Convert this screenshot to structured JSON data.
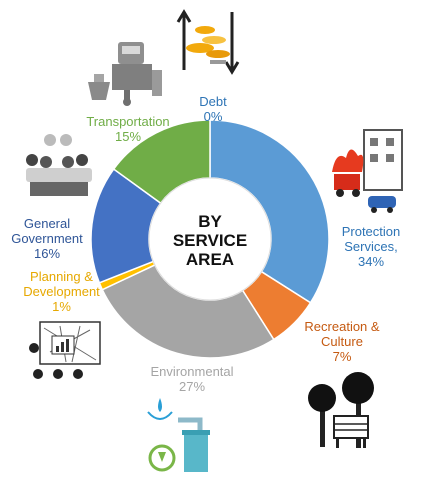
{
  "chart_data": {
    "type": "pie",
    "style": "donut",
    "title": "BY SERVICE AREA",
    "title_lines": [
      "BY",
      "SERVICE",
      "AREA"
    ],
    "slices": [
      {
        "name": "Debt",
        "value": 0,
        "label": "0%",
        "color": "#2f6fb6"
      },
      {
        "name": "Protection Services,",
        "value": 34,
        "label": "34%",
        "color": "#5b9bd5"
      },
      {
        "name": "Recreation & Culture",
        "value": 7,
        "label": "7%",
        "color": "#ed7d31"
      },
      {
        "name": "Environmental",
        "value": 27,
        "label": "27%",
        "color": "#a5a5a5"
      },
      {
        "name": "Planning & Development",
        "value": 1,
        "label": "1%",
        "color": "#ffc000"
      },
      {
        "name": "General Government",
        "value": 16,
        "label": "16%",
        "color": "#4472c4"
      },
      {
        "name": "Transportation",
        "value": 15,
        "label": "15%",
        "color": "#70ad47"
      }
    ],
    "legend": "none"
  },
  "labels": {
    "debt": [
      "Debt",
      "0%"
    ],
    "protection": [
      "Protection",
      "Services,",
      "34%"
    ],
    "recreation": [
      "Recreation &",
      "Culture",
      "7%"
    ],
    "environmental": [
      "Environmental",
      "27%"
    ],
    "planning": [
      "Planning &",
      "Development",
      "1%"
    ],
    "government": [
      "General",
      "Government",
      "16%"
    ],
    "transportation": [
      "Transportation",
      "15%"
    ]
  },
  "icons": [
    "debt-coins-icon",
    "transportation-icon",
    "protection-services-icon",
    "general-government-icon",
    "planning-development-icon",
    "environmental-icon",
    "recreation-culture-icon"
  ]
}
